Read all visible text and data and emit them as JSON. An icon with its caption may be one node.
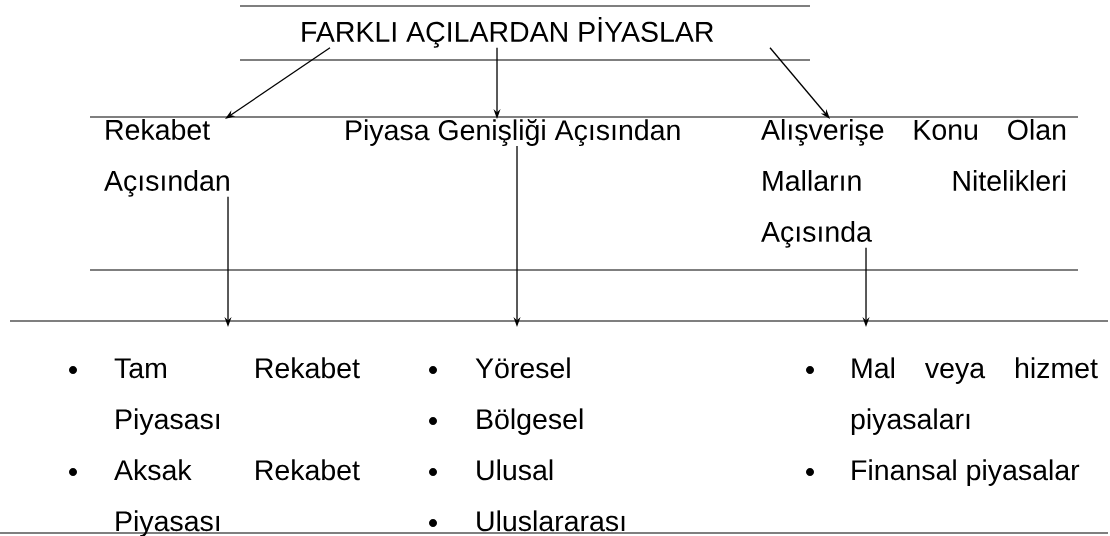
{
  "diagram": {
    "nodes": [
      {
        "text": [
          "FARKLI AÇILARDAN PİYASLAR"
        ]
      },
      {
        "text": [
          "Rekabet Açısından"
        ]
      },
      {
        "text": [
          "Piyasa Genişliği Açısından"
        ]
      },
      {
        "text": [
          "Alışverişe Konu Olan Malların Nitelikleri Açısında"
        ]
      },
      {
        "text": [
          "Tam Rekabet Piyasası",
          "Aksak Rekabet Piyasası"
        ]
      },
      {
        "text": [
          "Yöresel",
          "Bölgesel",
          "Ulusal",
          "Uluslararası"
        ]
      },
      {
        "text": [
          "Mal veya hizmet piyasaları",
          "Finansal piyasalar"
        ]
      }
    ],
    "edges": [
      {
        "from": 0,
        "to": 1,
        "arrow": "to"
      },
      {
        "from": 0,
        "to": 2,
        "arrow": "to"
      },
      {
        "from": 0,
        "to": 3,
        "arrow": "to"
      },
      {
        "from": 1,
        "to": 4,
        "arrow": "to"
      },
      {
        "from": 2,
        "to": 5,
        "arrow": "to"
      },
      {
        "from": 3,
        "to": 6,
        "arrow": "to"
      }
    ]
  }
}
